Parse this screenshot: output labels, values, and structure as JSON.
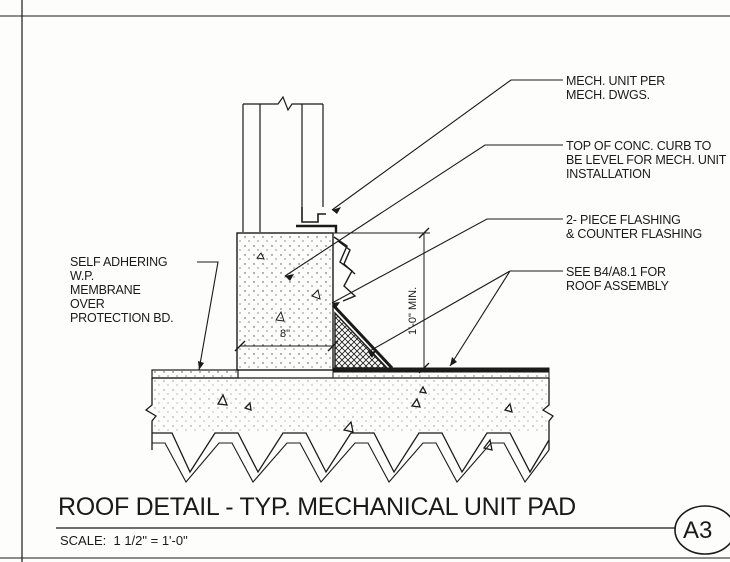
{
  "callouts": {
    "mech_unit": [
      "MECH. UNIT PER",
      "MECH. DWGS."
    ],
    "curb_top": [
      "TOP OF CONC. CURB TO",
      "BE LEVEL FOR MECH. UNIT",
      "INSTALLATION"
    ],
    "flashing": [
      "2- PIECE FLASHING",
      "& COUNTER FLASHING"
    ],
    "roof_assembly": [
      "SEE B4/A8.1 FOR",
      "ROOF ASSEMBLY"
    ],
    "membrane": [
      "SELF ADHERING",
      "W.P.",
      "MEMBRANE",
      "OVER",
      "PROTECTION BD."
    ]
  },
  "dimensions": {
    "curb_width": "8\"",
    "curb_height": "1'-0\" MIN."
  },
  "title_block": {
    "title": "ROOF DETAIL - TYP. MECHANICAL UNIT PAD",
    "scale_label": "SCALE:",
    "scale_value": "1 1/2\" = 1'-0\"",
    "detail_id": "A3"
  },
  "colors": {
    "ink": "#1a1a1a",
    "paper": "#fdfdfc"
  }
}
